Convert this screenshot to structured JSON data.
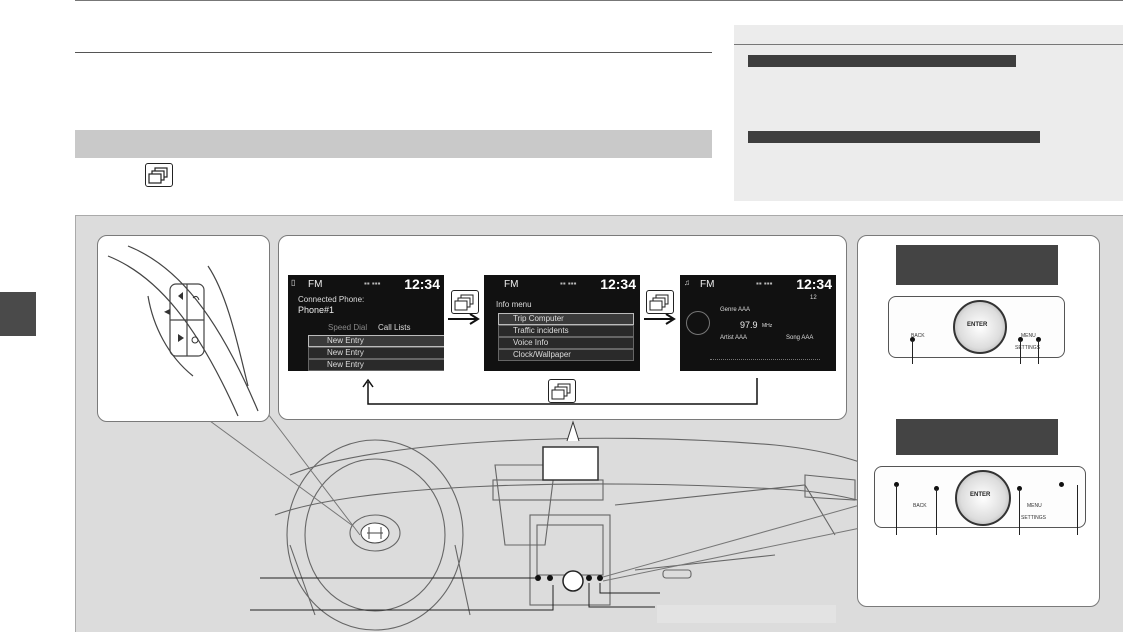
{
  "screens": {
    "phone": {
      "band": "FM",
      "clock": "12:34",
      "heading_line1": "Connected Phone:",
      "heading_line2": "Phone#1",
      "tab_left": "Speed Dial",
      "tab_right": "Call Lists",
      "entries": [
        "New Entry",
        "New Entry",
        "New Entry"
      ]
    },
    "info": {
      "band": "FM",
      "clock": "12:34",
      "menu_title": "Info menu",
      "items": [
        "Trip Computer",
        "Traffic incidents",
        "Voice Info",
        "Clock/Wallpaper"
      ]
    },
    "audio": {
      "band": "FM",
      "clock": "12:34",
      "genre": "Genre AAA",
      "frequency": "97.9",
      "freq_unit": "MHz",
      "artist": "Artist AAA",
      "song": "Song AAA",
      "preset": "12"
    }
  },
  "controls": {
    "enter_label": "ENTER",
    "menu_label": "MENU",
    "back_label": "BACK",
    "settings_label": "SETTINGS"
  }
}
